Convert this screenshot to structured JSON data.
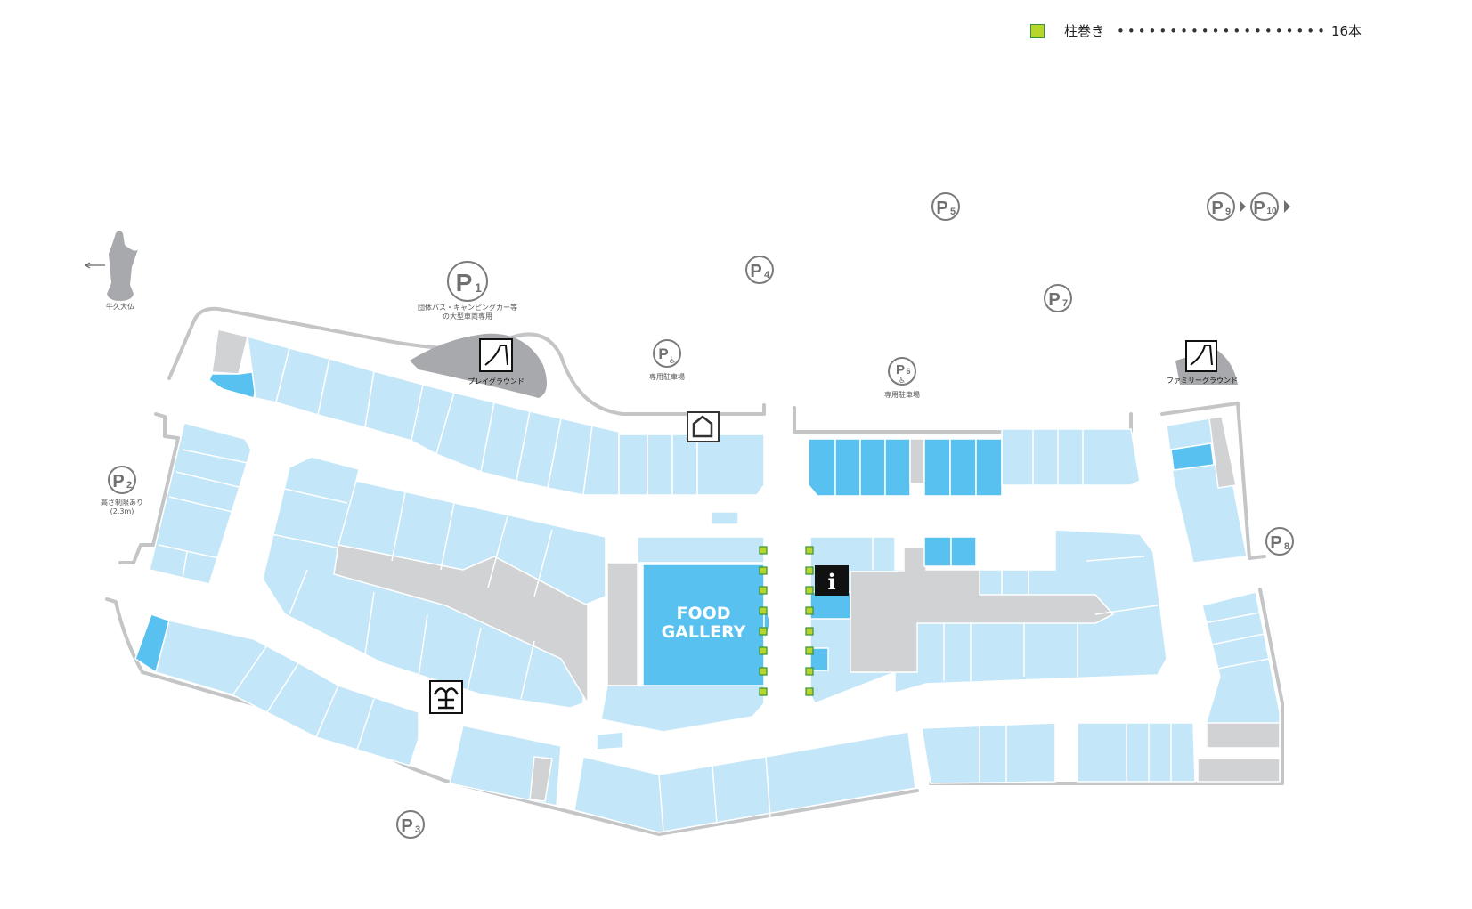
{
  "legend": {
    "label": "柱巻き",
    "dots": "••••••••••••••••••••",
    "count": "16本",
    "color": "#b6d62b"
  },
  "landmarks": {
    "statue": "牛久大仏",
    "food_gallery_line1": "FOOD",
    "food_gallery_line2": "GALLERY",
    "playground": "プレイグラウンド",
    "family_ground": "ファミリーグラウンド"
  },
  "parking": {
    "p1": {
      "label": "P",
      "num": "1",
      "note1": "団体バス・キャンピングカー等",
      "note2": "の大型車両専用"
    },
    "p2": {
      "label": "P",
      "num": "2",
      "note1": "高さ制限あり",
      "note2": "(2.3m)"
    },
    "p3": {
      "label": "P",
      "num": "3"
    },
    "p4": {
      "label": "P",
      "num": "4"
    },
    "p5": {
      "label": "P",
      "num": "5"
    },
    "p6": {
      "label": "P",
      "num": "6",
      "note1": "専用駐車場"
    },
    "p7": {
      "label": "P",
      "num": "7"
    },
    "p8": {
      "label": "P",
      "num": "8"
    },
    "p9": {
      "label": "P",
      "num": "9"
    },
    "p10": {
      "label": "P",
      "num": "10"
    },
    "pw": {
      "label": "P",
      "note1": "専用駐車場"
    }
  },
  "colors": {
    "shop": "#c3e6f8",
    "highlight": "#58c1ef",
    "corridor": "#d1d2d4"
  }
}
